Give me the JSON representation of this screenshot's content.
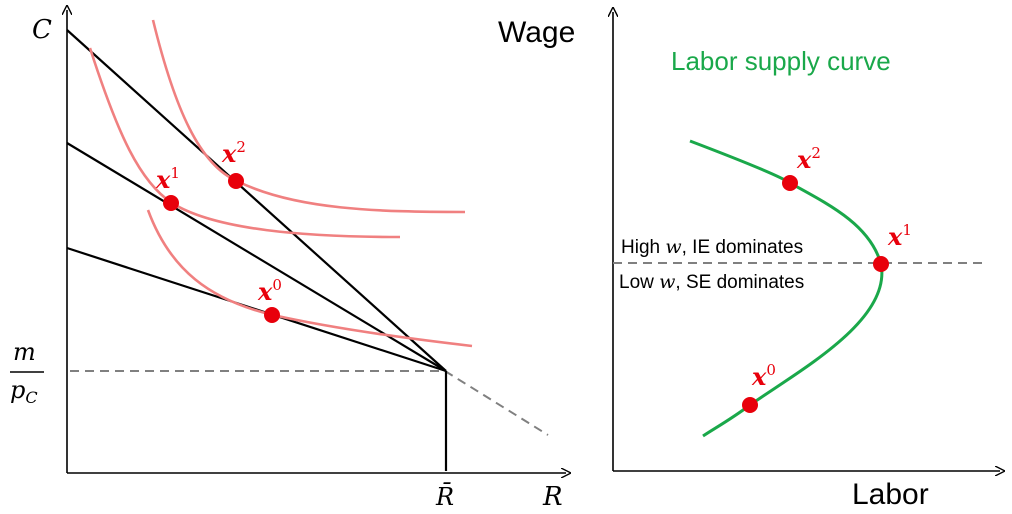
{
  "colors": {
    "indifference_curve": "#f08080",
    "budget_line": "#000000",
    "supply_curve": "#1aa84a",
    "point": "#e8000b",
    "dashed": "#808080",
    "title_green": "#1aa84a"
  },
  "left_panel": {
    "y_axis_label": "C",
    "x_axis_label": "R",
    "rbar_label": "R̄",
    "m_label": "m",
    "pc_label": "p",
    "pc_sub": "C"
  },
  "right_panel": {
    "y_axis_label": "Wage",
    "x_axis_label": "Labor",
    "title": "Labor supply curve",
    "high_w": {
      "pre": "High ",
      "var": "w",
      "post": ", IE dominates"
    },
    "low_w": {
      "pre": "Low ",
      "var": "w",
      "post": ", SE dominates"
    }
  },
  "points": {
    "base": "x",
    "left_x0": "0",
    "left_x1": "1",
    "left_x2": "2",
    "right_x0": "0",
    "right_x1": "1",
    "right_x2": "2"
  }
}
